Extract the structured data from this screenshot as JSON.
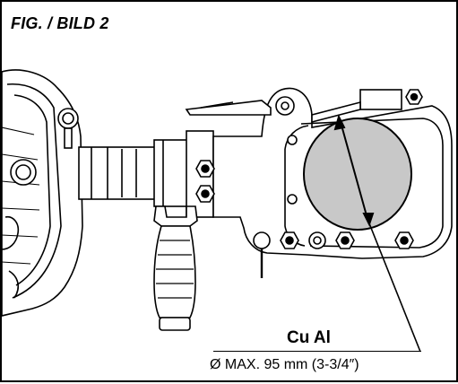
{
  "figure": {
    "title": "FIG. / BILD 2",
    "material_label": "Cu  Al",
    "capacity_label": "Ø MAX. 95 mm  (3-3/4″)"
  },
  "colors": {
    "line": "#000000",
    "cable_fill": "#c8c8c8",
    "body_fill": "#ffffff"
  }
}
